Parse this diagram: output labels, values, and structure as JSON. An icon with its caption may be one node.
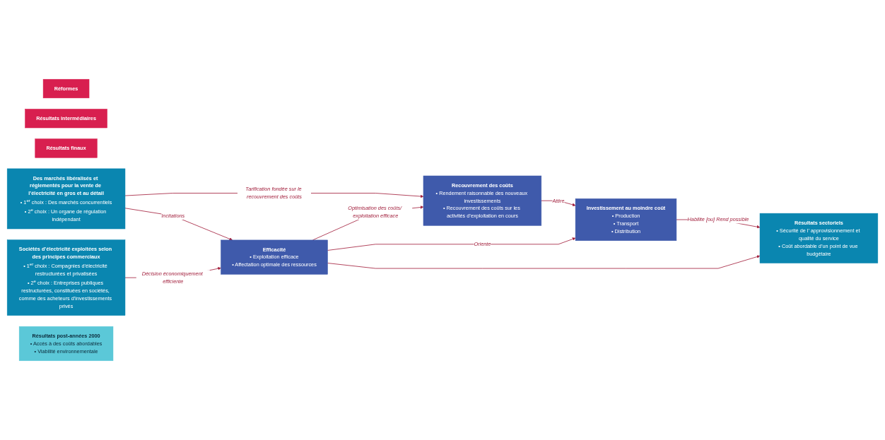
{
  "diagram": {
    "nodes": [
      {
        "text": [
          "Réformes"
        ]
      },
      {
        "text": [
          "Résultats intermédiaires"
        ]
      },
      {
        "text": [
          "Résultats finaux"
        ]
      },
      {
        "text": [
          "Des marchés libéralisés et réglementés pour la vente de l’électricité en gros et au détail",
          "• 1$^{er}$ choix : Des marchés concurrentiels",
          "• 2$^{e}$ choix : Un organe de régulation indépendant"
        ]
      },
      {
        "text": [
          "Recouvrement des coûts",
          "• Rendement raisonnable des nouveaux investissements",
          "• Recouvrement des coûts sur les activités d’exploitation en cours"
        ]
      },
      {
        "text": [
          "Efficacité",
          "• Exploitation efficace",
          "• Affectation optimale des ressources"
        ]
      },
      {
        "text": [
          "Sociétés d’électricité exploitées selon des principes commerciaux",
          "• 1$^{er}$ choix : Compagnies d’électricité restructurées et privatisées",
          "• 2$^{e}$ choix : Entreprises publiques restructurées, constituées en sociétés, comme des acheteurs d’investissements privés"
        ]
      },
      {
        "text": [
          "Investissement au moindre coût",
          "• Production",
          "• Transport",
          "• Distribution"
        ]
      },
      {
        "text": [
          "Résultats post-années 2000",
          "• Accès à des coûts abordables",
          "• Viabilité environnementale"
        ]
      },
      {
        "text": [
          "Résultats sectoriels",
          "• Sécurité de l’ approvisionnement et qualité du service",
          "• Coût abordable d’un point de vue budgétaire"
        ]
      }
    ],
    "edges": [
      {
        "from": 3,
        "to": 4,
        "arrow": "to",
        "label": "Tarification fondée sur le recouvrement des coûts"
      },
      {
        "from": 3,
        "to": 5,
        "arrow": "to",
        "label": "Incitations"
      },
      {
        "from": 6,
        "to": 5,
        "arrow": "to",
        "label": "Décision économiquement efficiente"
      },
      {
        "from": 5,
        "to": 4,
        "arrow": "to",
        "label": "Optimisation des coûts/ exploitation efficace"
      },
      {
        "from": 4,
        "to": 7,
        "arrow": "to",
        "label": "Attire"
      },
      {
        "from": 5,
        "to": 7,
        "arrow": "to",
        "label": "Oriente"
      },
      {
        "from": 7,
        "to": 9,
        "arrow": "to",
        "label": "Habilite [ou] Rend possible"
      },
      {
        "from": 5,
        "to": 9,
        "arrow": "to"
      }
    ]
  }
}
